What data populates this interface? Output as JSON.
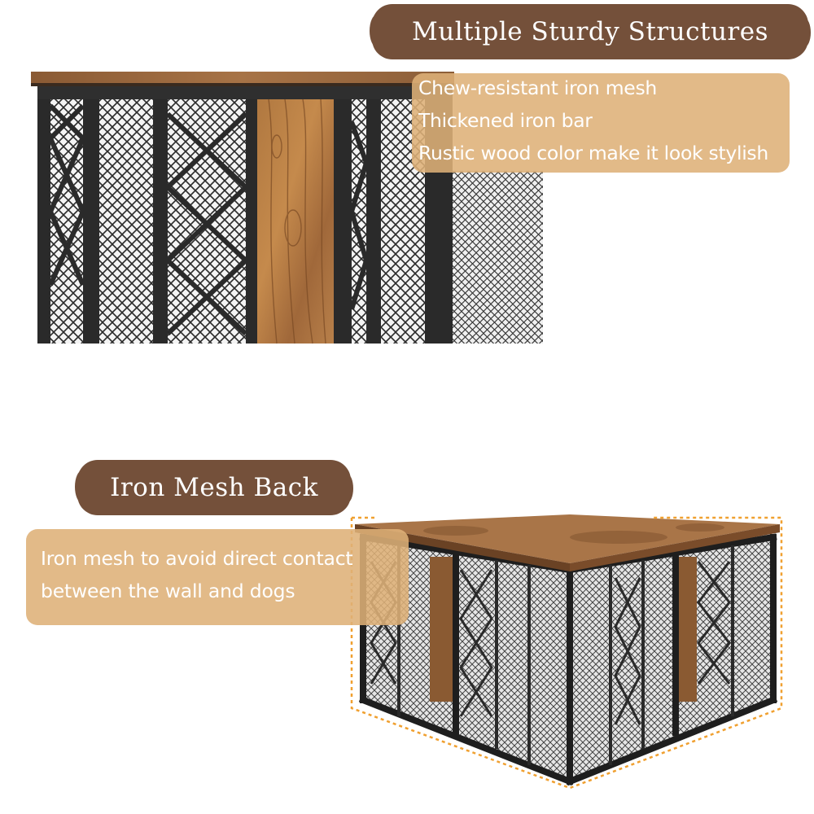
{
  "top_section": {
    "title": "Multiple Sturdy Structures",
    "features": [
      "Chew-resistant iron mesh",
      "Thickened iron bar",
      "Rustic wood color make it look stylish"
    ]
  },
  "bottom_section": {
    "title": "Iron Mesh Back",
    "description_lines": [
      "Iron mesh to avoid direct contact",
      "between the wall and dogs"
    ]
  },
  "colors": {
    "title_pill": "#74503a",
    "feature_box": "#deb078",
    "wood": "#9a6a3e",
    "metal_frame": "#2a2a2a",
    "highlight_outline": "#f0a030"
  },
  "icons": {
    "top_image": "dog-crate-front-closeup",
    "bottom_image": "dog-crate-back-corner"
  }
}
